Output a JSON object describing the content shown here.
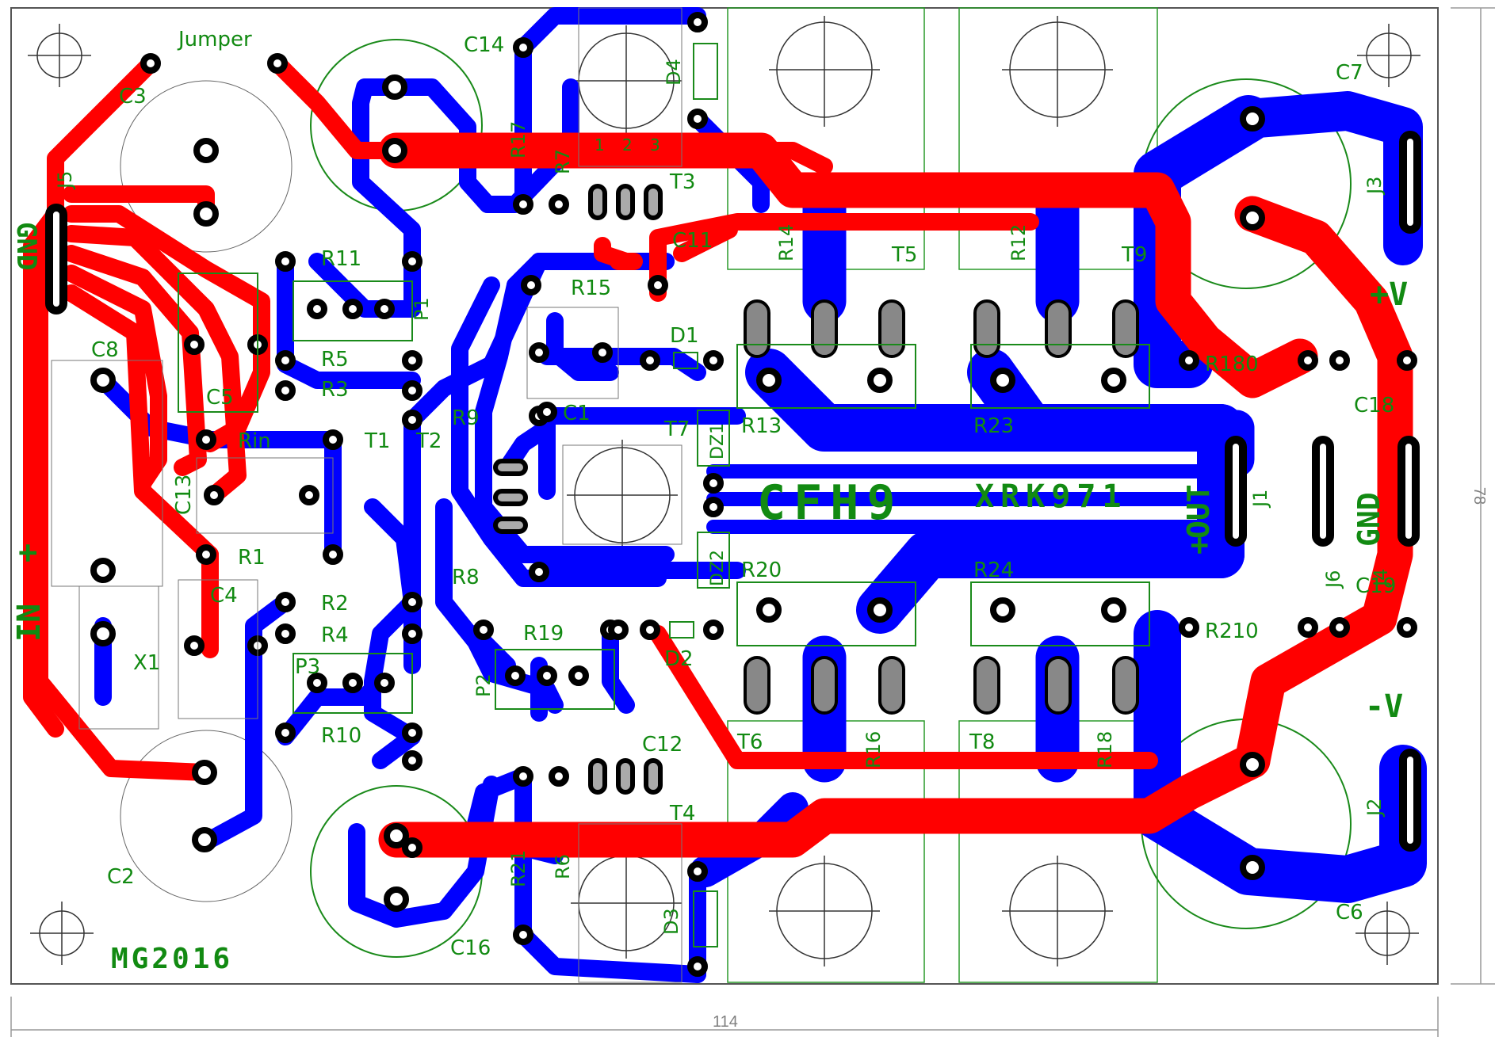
{
  "board": {
    "width_label": "114",
    "height_label": "78",
    "author": "MG2016",
    "title": "CFH9",
    "subtitle": "XRK971",
    "colors": {
      "top_copper": "#ff0000",
      "bottom_copper": "#0000ff",
      "silkscreen": "#128a12",
      "pad_fill": "#228b22",
      "outline": "#555555",
      "dimension": "#808080"
    }
  },
  "connectors": {
    "in_label": "IN",
    "gnd_left_label": "GND",
    "out_label": "OUT",
    "out_plus": "+",
    "gnd_right_label": "GND",
    "pos_v_label": "+V",
    "neg_v_label": "-V",
    "in_plus": "+"
  },
  "components": {
    "jumper": "Jumper",
    "c3": "C3",
    "c14": "C14",
    "c7": "C7",
    "c8": "C8",
    "c5": "C5",
    "c13": "C13",
    "c4": "C4",
    "c2": "C2",
    "c16": "C16",
    "c6": "C6",
    "c1": "C1",
    "c11": "C11",
    "c12": "C12",
    "c18": "C18",
    "c19": "C19",
    "r11": "R11",
    "r5": "R5",
    "r3": "R3",
    "r9": "R9",
    "rin": "Rin",
    "r1": "R1",
    "r2": "R2",
    "r4": "R4",
    "r10": "R10",
    "r8": "R8",
    "r15": "R15",
    "r19": "R19",
    "r14": "R14",
    "r12": "R12",
    "r13": "R13",
    "r23": "R23",
    "r20": "R20",
    "r24": "R24",
    "r16": "R16",
    "r18": "R18",
    "r17": "R17",
    "r7": "R7",
    "r6": "R6",
    "r21": "R21",
    "r180": "R180",
    "r210": "R210",
    "p1": "P1",
    "p2": "P2",
    "p3": "P3",
    "t1": "T1",
    "t2": "T2",
    "t3": "T3",
    "t4": "T4",
    "t5": "T5",
    "t6": "T6",
    "t7": "T7",
    "t8": "T8",
    "t9": "T9",
    "d1": "D1",
    "d2": "D2",
    "d3": "D3",
    "d4": "D4",
    "dz1": "DZ1",
    "dz2": "DZ2",
    "x1": "X1",
    "j1": "J1",
    "j2": "J2",
    "j3": "J3",
    "j4": "J4",
    "j5": "J5",
    "j6": "J6",
    "pin1": "1",
    "pin2": "2",
    "pin3": "3"
  }
}
